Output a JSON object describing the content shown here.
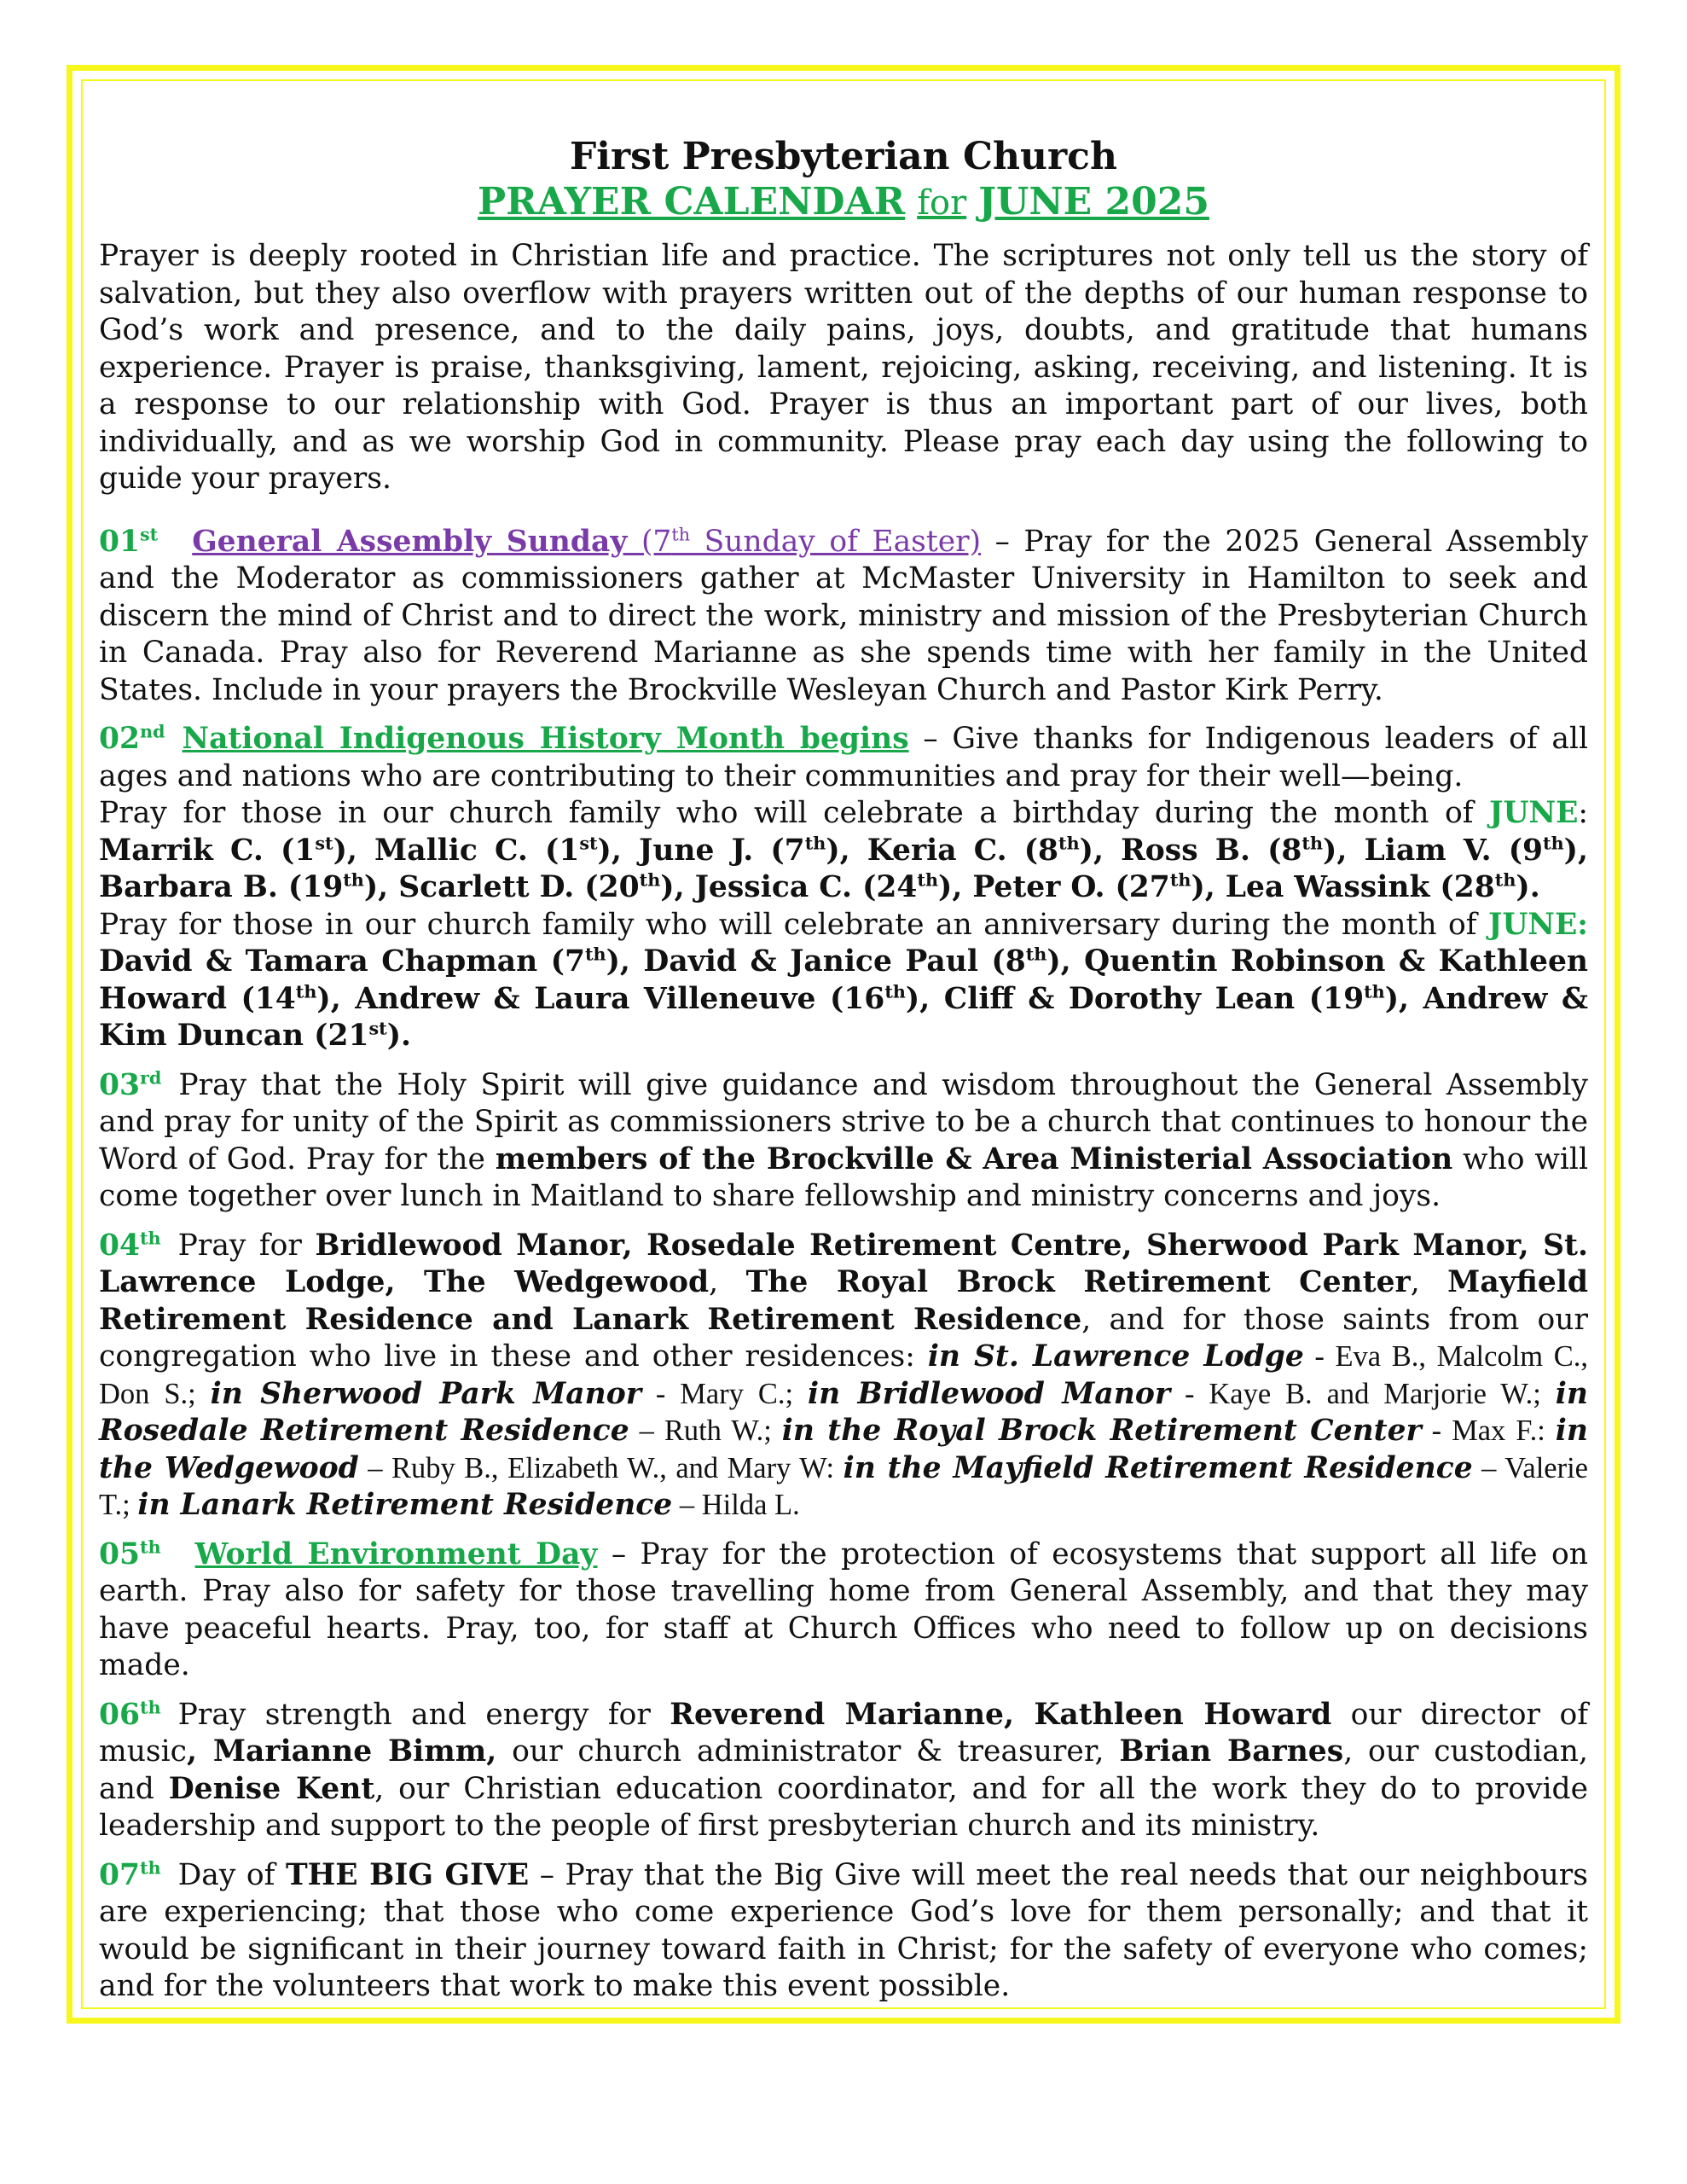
{
  "header": {
    "church": "First Presbyterian Church",
    "cal_a": "PRAYER CALENDAR",
    "cal_for": "for",
    "cal_b": "JUNE 2025"
  },
  "intro": "Prayer is deeply rooted in Christian life and practice. The scriptures not only tell us the story of salvation, but they also overflow with prayers written out of the depths of our human response to God’s work and presence, and to the daily pains, joys, doubts, and gratitude that humans experience. Prayer is praise, thanksgiving, lament, rejoicing, asking, receiving, and listening. It is a response to our relationship with God. Prayer is thus an important part of our lives, both individually, and as we worship God in community. Please pray each day using the following to guide your prayers.",
  "d1": {
    "num": "01",
    "sfx": "st",
    "title": "General Assembly Sunday",
    "paren_a": "(7",
    "paren_sfx": "th",
    "paren_b": " Sunday of Easter)",
    "text": " – Pray for the 2025 General Assembly and the Moderator as commissioners gather at McMaster University in Hamilton to seek and discern the mind of Christ and to direct the work, ministry and mission of the Presbyterian Church in Canada. Pray also for Reverend Marianne as she spends time with her family in the United States. Include in your prayers the Brockville Wesleyan Church and Pastor Kirk Perry."
  },
  "d2": {
    "num": "02",
    "sfx": "nd",
    "title": "National Indigenous History Month begins",
    "text": " – Give thanks for Indigenous leaders of all ages and nations who are contributing to their communities and pray for their well—being.",
    "bday_intro": "Pray for those in our church family who will celebrate a birthday during the month of ",
    "month": "JUNE",
    "colon": ":",
    "birthdays": [
      {
        "n": "Marrik C. (1",
        "s": "st",
        "e": "), "
      },
      {
        "n": "Mallic C. (1",
        "s": "st",
        "e": "), "
      },
      {
        "n": "June J. (7",
        "s": "th",
        "e": "), "
      },
      {
        "n": "Keria C. (8",
        "s": "th",
        "e": "), "
      },
      {
        "n": "Ross B. (8",
        "s": "th",
        "e": "), "
      },
      {
        "n": "Liam V. (9",
        "s": "th",
        "e": "), "
      },
      {
        "n": "Barbara B. (19",
        "s": "th",
        "e": "), "
      },
      {
        "n": "Scarlett D. (20",
        "s": "th",
        "e": "), "
      },
      {
        "n": "Jessica C. (24",
        "s": "th",
        "e": "), "
      },
      {
        "n": "Peter O. (27",
        "s": "th",
        "e": "), "
      },
      {
        "n": "Lea Wassink (28",
        "s": "th",
        "e": ")."
      }
    ],
    "anniv_intro": "Pray for those in our church family who will celebrate an anniversary during the month of ",
    "anniv_month": "JUNE:",
    "anniversaries": [
      {
        "n": "David & Tamara Chapman (7",
        "s": "th",
        "e": "), "
      },
      {
        "n": "David & Janice Paul (8",
        "s": "th",
        "e": "), "
      },
      {
        "n": "Quentin Robinson & Kathleen Howard (14",
        "s": "th",
        "e": "), "
      },
      {
        "n": "Andrew & Laura Villeneuve (16",
        "s": "th",
        "e": "), "
      },
      {
        "n": "Cliff & Dorothy Lean (19",
        "s": "th",
        "e": "), "
      },
      {
        "n": "Andrew & Kim Duncan (21",
        "s": "st",
        "e": ")."
      }
    ]
  },
  "d3": {
    "num": "03",
    "sfx": "rd",
    "text_a": "Pray that the Holy Spirit will give guidance and wisdom throughout the General Assembly and pray for unity of the Spirit as commissioners strive to be a church that continues to honour the Word of God. Pray for the ",
    "bold": "members of the Brockville & Area Ministerial Association",
    "text_b": " who will come together over lunch in Maitland to share fellowship and ministry concerns and joys."
  },
  "d4": {
    "num": "04",
    "sfx": "th",
    "pre": "Pray for ",
    "b1": "Bridlewood Manor, Rosedale Retirement Centre, Sherwood Park Manor, St. Lawrence Lodge, The Wedgewood",
    "c1": ", ",
    "b2": "The Royal Brock Retirement Center",
    "c2": ", ",
    "b3": "Mayfield Retirement Residence and Lanark Retirement Residence",
    "t1": ", and for those saints from our congregation who live in these and other residences: ",
    "i1": "in St. Lawrence Lodge",
    "t2": "  - Eva B., Malcolm C., Don S.;  ",
    "i2": "in Sherwood Park Manor",
    "t3": "  - Mary C.; ",
    "i3": "in Bridlewood Manor",
    "t4": " - Kaye B. and Marjorie W.; ",
    "i4": "in Rosedale Retirement Residence",
    "t5": " – Ruth W.; ",
    "i5": "in the Royal Brock Retirement Center",
    "t6": "  - Max F.:  ",
    "i6": "in the Wedgewood",
    "t7": "  – Ruby B., Elizabeth W., and Mary W: ",
    "i7": "in the Mayfield Retirement Residence",
    "t8": "  – Valerie T.; ",
    "i8": "in Lanark Retirement Residence",
    "t9": "  – Hilda L."
  },
  "d5": {
    "num": "05",
    "sfx": "th",
    "title": "World Environment Day",
    "text": " – Pray for the protection of ecosystems that support all life on earth. Pray also for safety for those travelling home from General Assembly, and that they may have peaceful hearts. Pray, too, for staff at Church Offices who need to follow up on decisions made."
  },
  "d6": {
    "num": "06",
    "sfx": "th",
    "t1": "Pray strength and energy for ",
    "b1": "Reverend Marianne, Kathleen Howard",
    "t2": " our director of music",
    "b2": ", Marianne Bimm,",
    "t3": " our church administrator & treasurer, ",
    "b3": "Brian Barnes",
    "t4": ", our custodian, and ",
    "b4": "Denise Kent",
    "t5": ", our Christian education coordinator, and for all the work they do to provide leadership and support to the people of first presbyterian church and its ministry."
  },
  "d7": {
    "num": "07",
    "sfx": "th",
    "t1": "Day of ",
    "b1": "THE BIG GIVE",
    "t2": " – Pray that the Big Give will meet the real needs that our neighbours are experiencing; that those who come experience God’s love for them personally; and that it would be significant in their journey toward faith in Christ; for the safety of everyone who comes; and for the volunteers that work to make this event possible."
  }
}
